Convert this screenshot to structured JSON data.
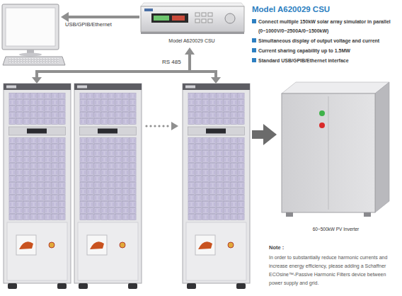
{
  "diagram": {
    "nodes": [
      {
        "text": [
          "Model A620029 CSU"
        ]
      },
      {
        "text": [
          "60~500kW PV Inverter"
        ]
      }
    ],
    "labels": [
      "USB/GPIB/Ethernet",
      "RS 485",
      "Model A620029 CSU",
      "Connect multiple 150kW solar array simulator in parallel (0~1000V/0~2500A/0~1500kW)",
      "Simultaneous display of output voltage and current",
      "Current sharing capability up to 1.5MW",
      "Standard USB/GPIB/Ethernet interface",
      "Note :",
      "In order to substantially reduce harmonic currents and increase energy efficiency, please adding a Schaffner ECOsine™-Passive Harmonic Filters device between power supply and grid."
    ]
  }
}
